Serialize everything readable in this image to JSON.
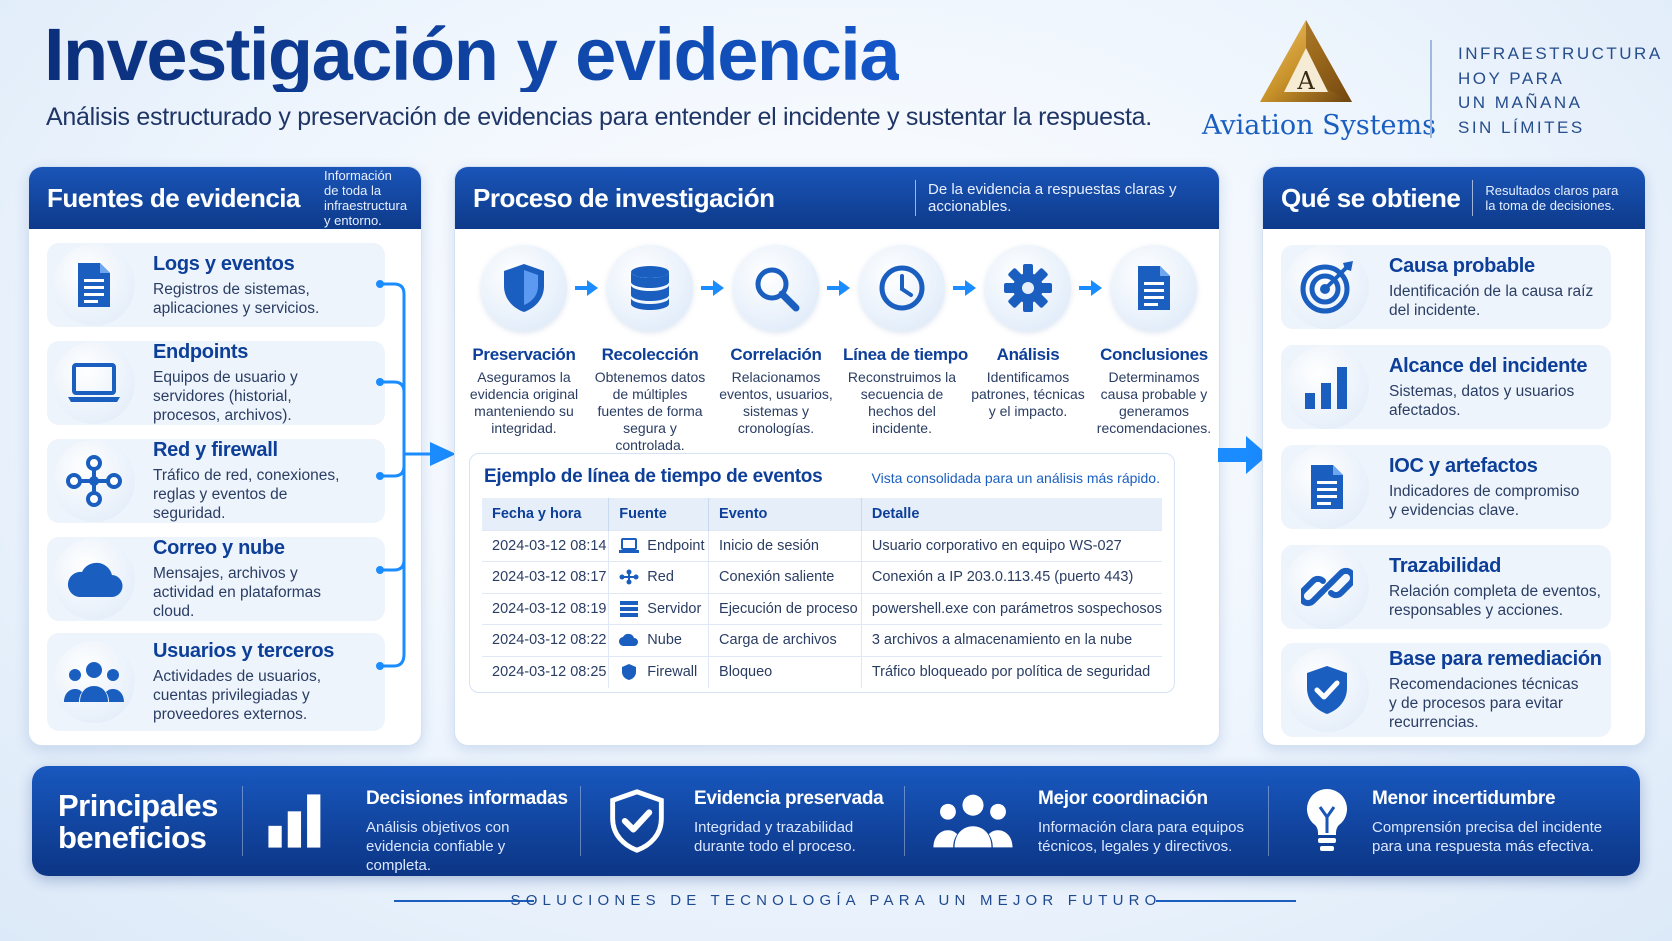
{
  "header": {
    "title": "Investigación y evidencia",
    "subtitle": "Análisis estructurado y preservación de evidencias para entender el incidente y sustentar la respuesta.",
    "logo_letter": "A",
    "logo_name": "Aviation Systems",
    "tagline": [
      "INFRAESTRUCTURA",
      "HOY PARA",
      "UN MAÑANA",
      "SIN LÍMITES"
    ]
  },
  "sources": {
    "title": "Fuentes de evidencia",
    "desc": "Información de toda la infraestructura y entorno.",
    "items": [
      {
        "title": "Logs y eventos",
        "desc": "Registros de sistemas, aplicaciones y servicios.",
        "icon": "document-icon"
      },
      {
        "title": "Endpoints",
        "desc": "Equipos de usuario y servidores (historial, procesos, archivos).",
        "icon": "laptop-icon"
      },
      {
        "title": "Red y firewall",
        "desc": "Tráfico de red, conexiones, reglas y eventos de seguridad.",
        "icon": "network-icon"
      },
      {
        "title": "Correo y nube",
        "desc": "Mensajes, archivos y actividad en plataformas cloud.",
        "icon": "cloud-icon"
      },
      {
        "title": "Usuarios y terceros",
        "desc": "Actividades de usuarios, cuentas privilegiadas y proveedores externos.",
        "icon": "users-icon"
      }
    ]
  },
  "process": {
    "title": "Proceso de investigación",
    "desc": "De la evidencia a respuestas claras y accionables.",
    "steps": [
      {
        "title": "Preservación",
        "desc": "Aseguramos la evidencia original manteniendo su integridad.",
        "icon": "shield-icon"
      },
      {
        "title": "Recolección",
        "desc": "Obtenemos datos de múltiples fuentes de forma segura y controlada.",
        "icon": "database-icon"
      },
      {
        "title": "Correlación",
        "desc": "Relacionamos eventos, usuarios, sistemas y cronologías.",
        "icon": "magnifier-icon"
      },
      {
        "title": "Línea de tiempo",
        "desc": "Reconstruimos la secuencia de hechos del incidente.",
        "icon": "clock-icon"
      },
      {
        "title": "Análisis",
        "desc": "Identificamos patrones, técnicas y el impacto.",
        "icon": "gear-icon"
      },
      {
        "title": "Conclusiones",
        "desc": "Determinamos causa probable y generamos recomendaciones.",
        "icon": "document-icon"
      }
    ],
    "timeline": {
      "title": "Ejemplo de línea de tiempo de eventos",
      "note": "Vista consolidada para un análisis más rápido.",
      "columns": [
        "Fecha y hora",
        "Fuente",
        "Evento",
        "Detalle"
      ],
      "rows": [
        {
          "time": "2024-03-12 08:14",
          "source": "Endpoint",
          "source_icon": "laptop-icon",
          "event": "Inicio de sesión",
          "detail": "Usuario corporativo en equipo WS-027"
        },
        {
          "time": "2024-03-12 08:17",
          "source": "Red",
          "source_icon": "network-icon",
          "event": "Conexión saliente",
          "detail": "Conexión a IP 203.0.113.45 (puerto 443)"
        },
        {
          "time": "2024-03-12 08:19",
          "source": "Servidor",
          "source_icon": "server-icon",
          "event": "Ejecución de proceso",
          "detail": "powershell.exe con parámetros sospechosos"
        },
        {
          "time": "2024-03-12 08:22",
          "source": "Nube",
          "source_icon": "cloud-icon",
          "event": "Carga de archivos",
          "detail": "3 archivos a almacenamiento en la nube"
        },
        {
          "time": "2024-03-12 08:25",
          "source": "Firewall",
          "source_icon": "shield-icon",
          "event": "Bloqueo",
          "detail": "Tráfico bloqueado por política de seguridad"
        }
      ]
    }
  },
  "results": {
    "title": "Qué se obtiene",
    "desc": "Resultados claros para la toma de decisiones.",
    "items": [
      {
        "title": "Causa probable",
        "desc": "Identificación de la causa raíz del incidente.",
        "icon": "target-icon"
      },
      {
        "title": "Alcance del incidente",
        "desc": "Sistemas, datos y usuarios afectados.",
        "icon": "bar-chart-icon"
      },
      {
        "title": "IOC y artefactos",
        "desc": "Indicadores de compromiso y evidencias clave.",
        "icon": "document-icon"
      },
      {
        "title": "Trazabilidad",
        "desc": "Relación completa de eventos, responsables y acciones.",
        "icon": "link-icon"
      },
      {
        "title": "Base para remediación",
        "desc": "Recomendaciones técnicas y de procesos para evitar recurrencias.",
        "icon": "shield-check-icon"
      }
    ]
  },
  "benefits": {
    "title": "Principales beneficios",
    "items": [
      {
        "title": "Decisiones informadas",
        "desc": "Análisis objetivos con evidencia confiable y completa.",
        "icon": "bar-chart-icon"
      },
      {
        "title": "Evidencia preservada",
        "desc": "Integridad y trazabilidad durante todo el proceso.",
        "icon": "shield-check-icon"
      },
      {
        "title": "Mejor coordinación",
        "desc": "Información clara para equipos técnicos, legales y directivos.",
        "icon": "users-icon"
      },
      {
        "title": "Menor incertidumbre",
        "desc": "Comprensión precisa del incidente para una respuesta más efectiva.",
        "icon": "lightbulb-icon"
      }
    ]
  },
  "footer": "SOLUCIONES DE TECNOLOGÍA PARA UN MEJOR FUTURO",
  "colors": {
    "primary": "#0d3f99",
    "accent": "#1a8cff",
    "panel_head": "#1a55b8",
    "logo_gold": "#c8922a"
  }
}
